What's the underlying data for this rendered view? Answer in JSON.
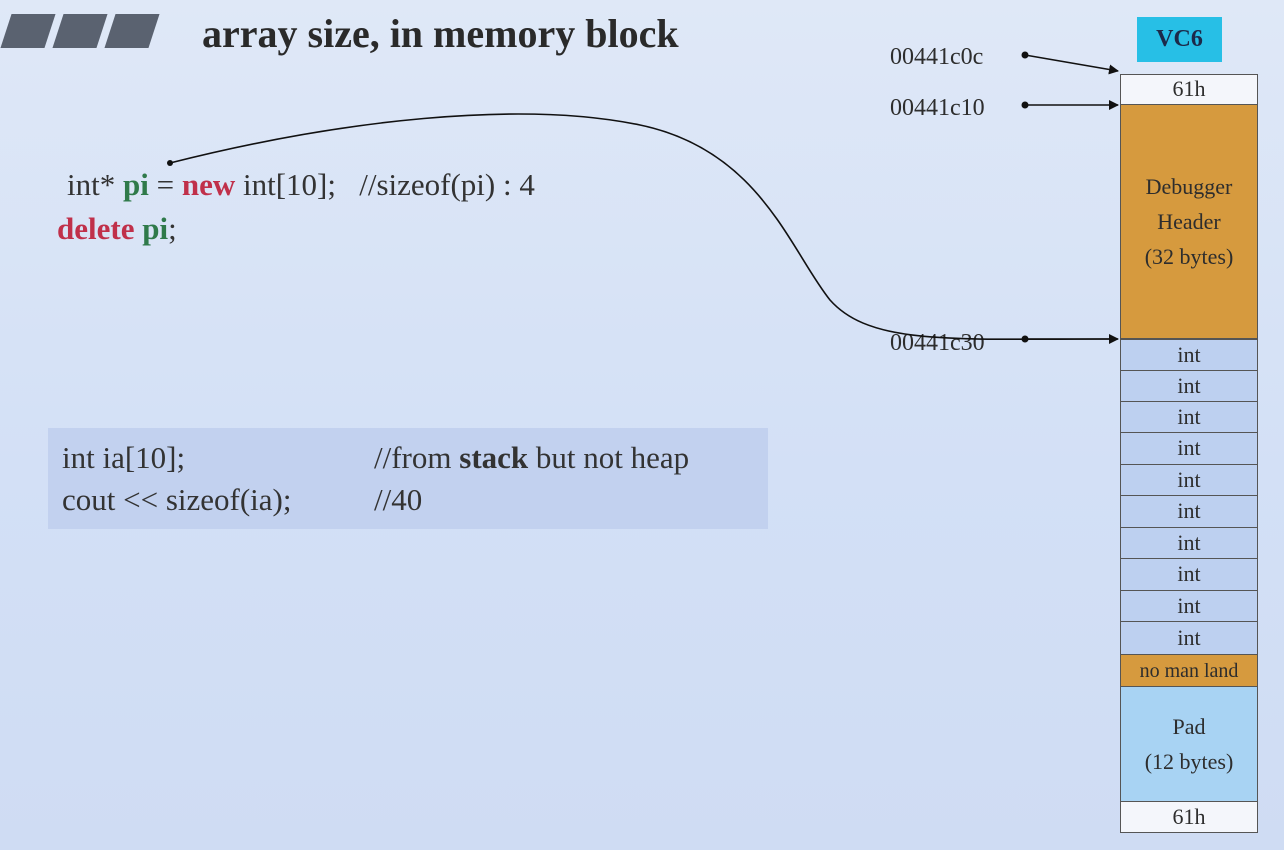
{
  "slide": {
    "title": "array size, in memory block",
    "badge": "VC6"
  },
  "code_heap": {
    "line1": {
      "type": "int*",
      "var": "pi",
      "eq": "=",
      "kw_new": "new",
      "rest": "int[10];",
      "comment": "//sizeof(pi) : 4"
    },
    "line2": {
      "kw_delete": "delete",
      "var": "pi",
      "semi": ";"
    }
  },
  "code_stack": {
    "line1": {
      "code": "int ia[10];",
      "comment_pre": "//from",
      "comment_bold": "stack",
      "comment_post": "but not heap"
    },
    "line2": {
      "code": "cout << sizeof(ia);",
      "comment": "//40"
    }
  },
  "addresses": [
    "00441c0c",
    "00441c10",
    "00441c30"
  ],
  "memory_block": {
    "head_cookie": "61h",
    "debugger_header": [
      "Debugger",
      "Header",
      "(32 bytes)"
    ],
    "ints": [
      "int",
      "int",
      "int",
      "int",
      "int",
      "int",
      "int",
      "int",
      "int",
      "int"
    ],
    "no_man_land": "no man land",
    "pad": [
      "Pad",
      "(12 bytes)"
    ],
    "tail_cookie": "61h"
  },
  "colors": {
    "keyword": "#c0304a",
    "variable": "#2f7a4a",
    "header": "#d69a3e",
    "pad": "#a8d3f3",
    "badge": "#27bfe6"
  }
}
